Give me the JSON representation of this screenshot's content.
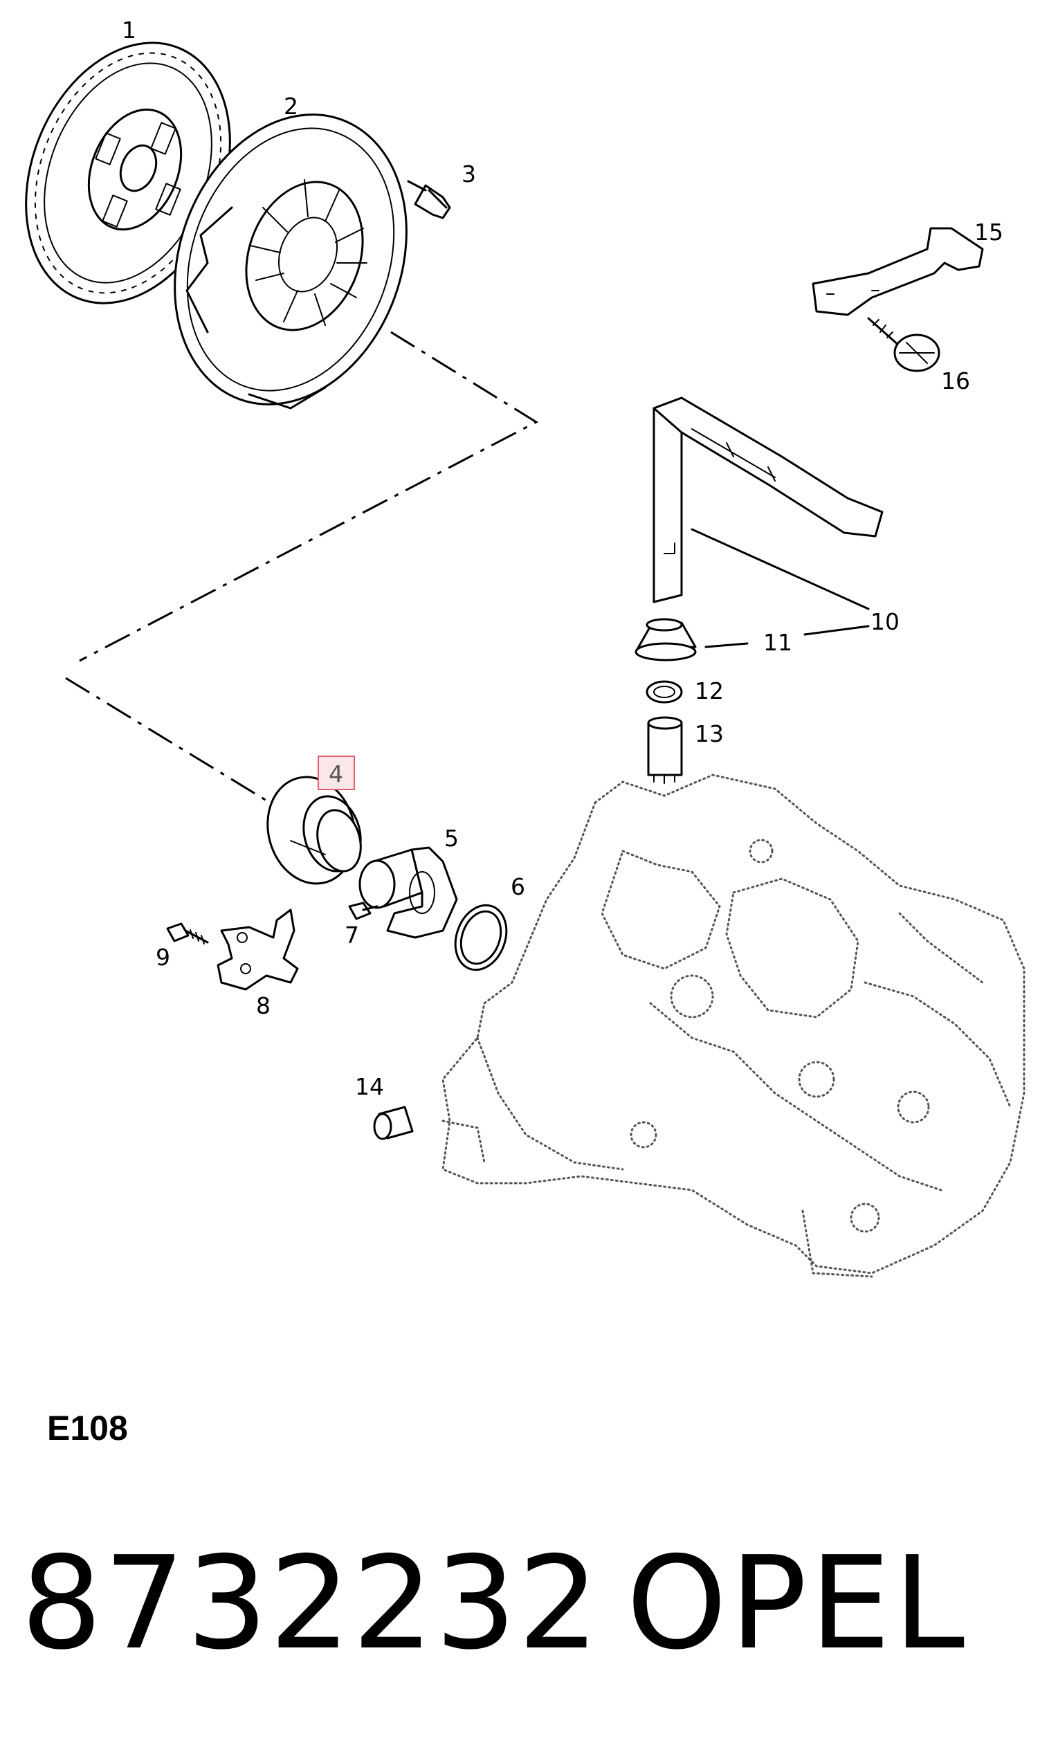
{
  "diagram": {
    "code": "E108",
    "highlighted_part": "4",
    "callouts": {
      "p1": "1",
      "p2": "2",
      "p3": "3",
      "p4": "4",
      "p5": "5",
      "p6": "6",
      "p7": "7",
      "p8": "8",
      "p9": "9",
      "p10": "10",
      "p11": "11",
      "p12": "12",
      "p13": "13",
      "p14": "14",
      "p15": "15",
      "p16": "16"
    }
  },
  "part": {
    "number": "8732232",
    "brand": "OPEL"
  },
  "colors": {
    "line": "#000000",
    "highlight_border": "#e06070",
    "highlight_fill": "#fbe6e8",
    "housing_dots": "#555555"
  }
}
